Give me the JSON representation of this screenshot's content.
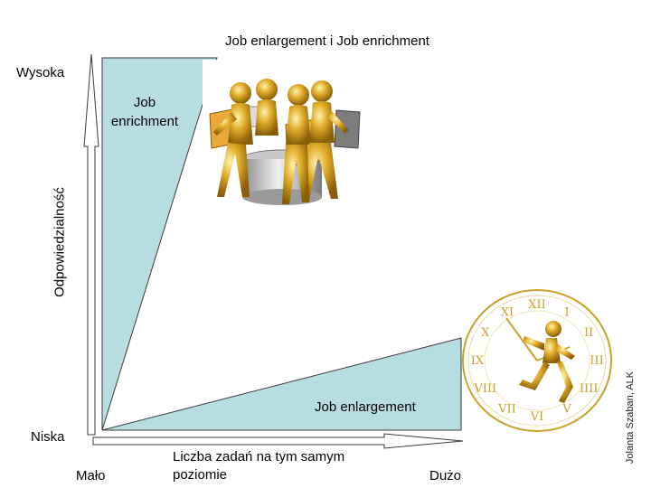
{
  "title": "Job enlargement i Job enrichment",
  "y_axis": {
    "label": "Odpowiedzialność",
    "high": "Wysoka",
    "low": "Niska"
  },
  "x_axis": {
    "label_line1": "Liczba zadań na tym samym",
    "label_line2": "poziomie",
    "low": "Mało",
    "high": "Dużo"
  },
  "regions": {
    "enrichment_line1": "Job",
    "enrichment_line2": "enrichment",
    "enlargement": "Job enlargement"
  },
  "author": "Jolanta Szaban,  ALK",
  "clock_numerals": [
    "XII",
    "I",
    "II",
    "III",
    "IIII",
    "V",
    "VI",
    "VII",
    "VIII",
    "IX",
    "X",
    "XI"
  ],
  "colors": {
    "region_fill": "#b7dde3",
    "outline": "#3a3a3a",
    "gold": "#d9a520",
    "clock_gold": "#c9a227"
  },
  "images": {
    "figures_illustration": "gold-figures-with-laptops",
    "clock_illustration": "gold-figure-running-in-clock"
  }
}
